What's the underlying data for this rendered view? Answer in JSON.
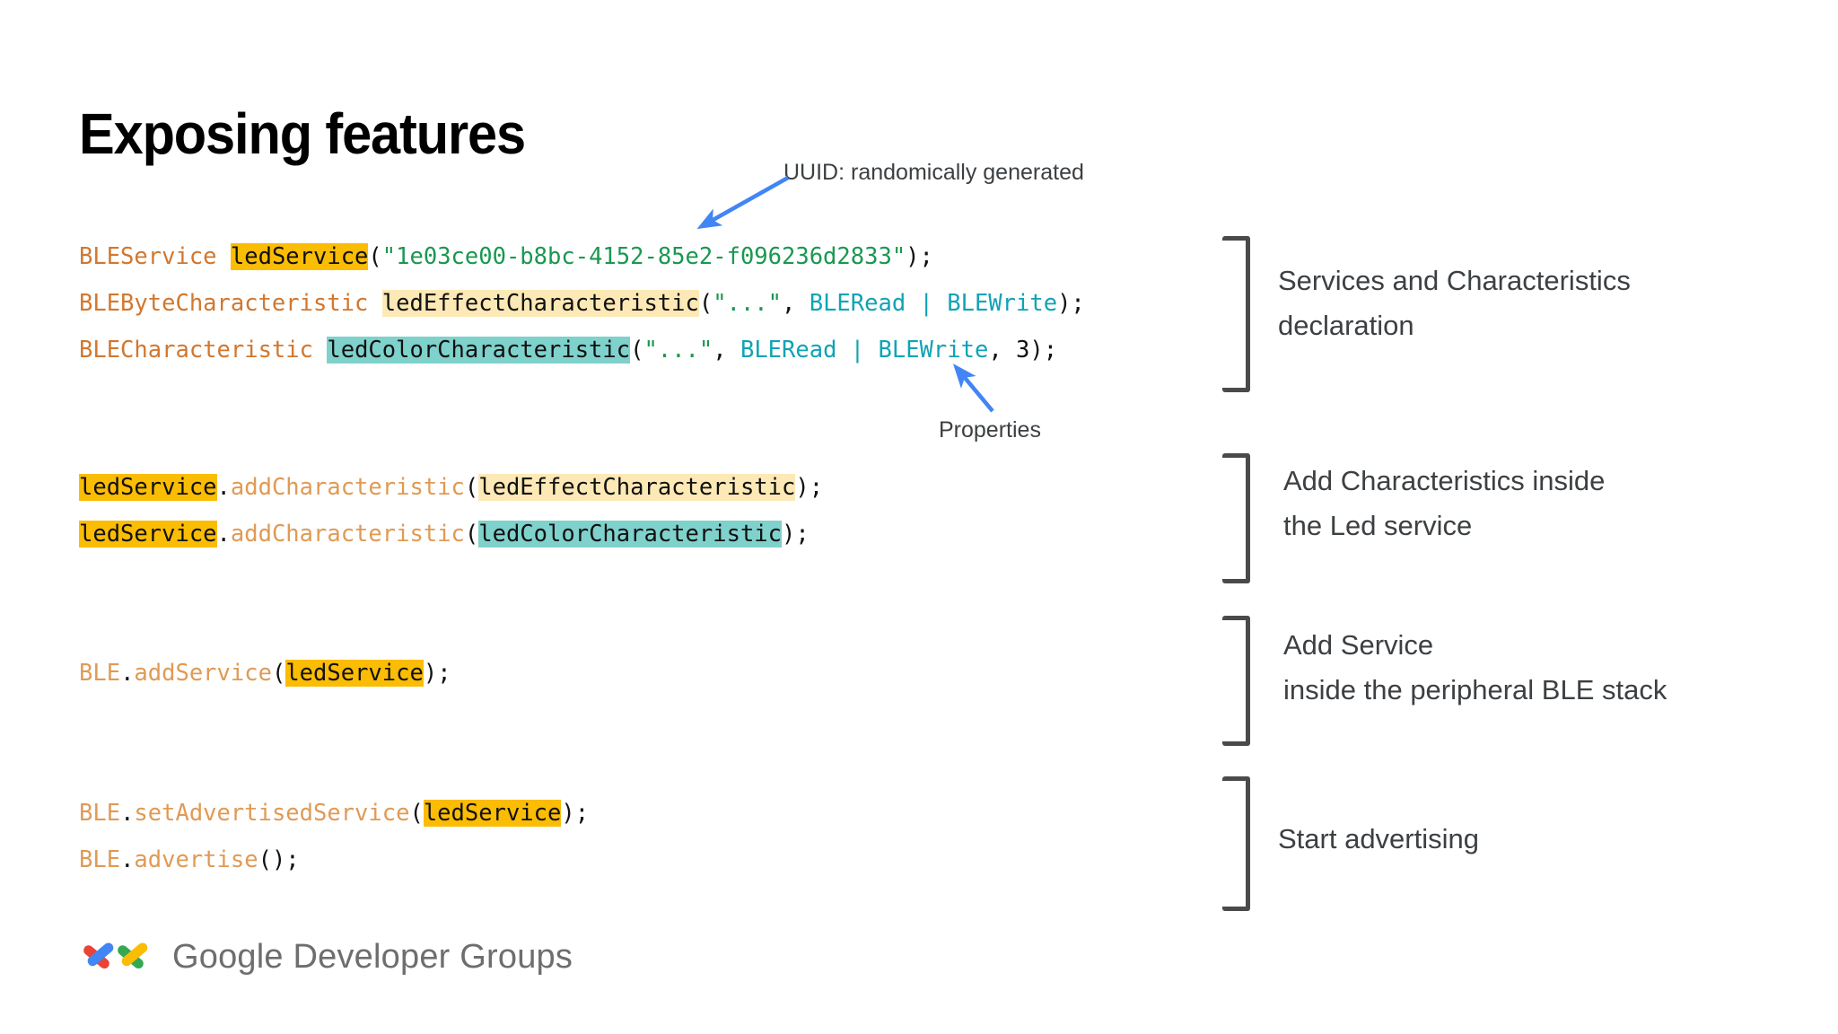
{
  "slide": {
    "title": "Exposing features",
    "background_color": "#ffffff"
  },
  "colors": {
    "highlight_amber": "#fbbc04",
    "highlight_cream": "#fde9b5",
    "highlight_teal": "#7fd1cc",
    "code_type": "#d2772e",
    "code_function": "#e09a54",
    "code_string": "#1a9850",
    "code_constant": "#10a3b5",
    "note_text": "#3c4043",
    "bracket": "#4a4a4a",
    "arrow_blue": "#4285f4",
    "logo_text": "#6e6e6e"
  },
  "code_blocks": [
    {
      "id": "declaration",
      "lines": [
        {
          "tokens": [
            {
              "text": "BLEService",
              "style": "type"
            },
            {
              "text": " ",
              "style": "plain"
            },
            {
              "text": "ledService",
              "style": "hl-amber"
            },
            {
              "text": "(",
              "style": "punct"
            },
            {
              "text": "\"1e03ce00-b8bc-4152-85e2-f096236d2833\"",
              "style": "str"
            },
            {
              "text": ");",
              "style": "punct"
            }
          ]
        },
        {
          "tokens": [
            {
              "text": "BLEByteCharacteristic",
              "style": "type"
            },
            {
              "text": " ",
              "style": "plain"
            },
            {
              "text": "ledEffectCharacteristic",
              "style": "hl-cream"
            },
            {
              "text": "(",
              "style": "punct"
            },
            {
              "text": "\"...\"",
              "style": "str"
            },
            {
              "text": ", ",
              "style": "punct"
            },
            {
              "text": "BLERead",
              "style": "const"
            },
            {
              "text": " | ",
              "style": "const"
            },
            {
              "text": "BLEWrite",
              "style": "const"
            },
            {
              "text": ");",
              "style": "punct"
            }
          ]
        },
        {
          "tokens": [
            {
              "text": "BLECharacteristic",
              "style": "type"
            },
            {
              "text": " ",
              "style": "plain"
            },
            {
              "text": "ledColorCharacteristic",
              "style": "hl-teal"
            },
            {
              "text": "(",
              "style": "punct"
            },
            {
              "text": "\"...\"",
              "style": "str"
            },
            {
              "text": ", ",
              "style": "punct"
            },
            {
              "text": "BLERead",
              "style": "const"
            },
            {
              "text": " | ",
              "style": "const"
            },
            {
              "text": "BLEWrite",
              "style": "const"
            },
            {
              "text": ", ",
              "style": "punct"
            },
            {
              "text": "3",
              "style": "num"
            },
            {
              "text": ");",
              "style": "punct"
            }
          ]
        }
      ]
    },
    {
      "id": "add-characteristics",
      "lines": [
        {
          "tokens": [
            {
              "text": "ledService",
              "style": "hl-amber"
            },
            {
              "text": ".",
              "style": "punct"
            },
            {
              "text": "addCharacteristic",
              "style": "fn"
            },
            {
              "text": "(",
              "style": "punct"
            },
            {
              "text": "ledEffectCharacteristic",
              "style": "hl-cream"
            },
            {
              "text": ");",
              "style": "punct"
            }
          ]
        },
        {
          "tokens": [
            {
              "text": "ledService",
              "style": "hl-amber"
            },
            {
              "text": ".",
              "style": "punct"
            },
            {
              "text": "addCharacteristic",
              "style": "fn"
            },
            {
              "text": "(",
              "style": "punct"
            },
            {
              "text": "ledColorCharacteristic",
              "style": "hl-teal"
            },
            {
              "text": ");",
              "style": "punct"
            }
          ]
        }
      ]
    },
    {
      "id": "add-service",
      "lines": [
        {
          "tokens": [
            {
              "text": "BLE",
              "style": "fn"
            },
            {
              "text": ".",
              "style": "punct"
            },
            {
              "text": "addService",
              "style": "fn"
            },
            {
              "text": "(",
              "style": "punct"
            },
            {
              "text": "ledService",
              "style": "hl-amber"
            },
            {
              "text": ");",
              "style": "punct"
            }
          ]
        }
      ]
    },
    {
      "id": "advertise",
      "lines": [
        {
          "tokens": [
            {
              "text": "BLE",
              "style": "fn"
            },
            {
              "text": ".",
              "style": "punct"
            },
            {
              "text": "setAdvertisedService",
              "style": "fn"
            },
            {
              "text": "(",
              "style": "punct"
            },
            {
              "text": "ledService",
              "style": "hl-amber"
            },
            {
              "text": ");",
              "style": "punct"
            }
          ]
        },
        {
          "tokens": [
            {
              "text": "BLE",
              "style": "fn"
            },
            {
              "text": ".",
              "style": "punct"
            },
            {
              "text": "advertise",
              "style": "fn"
            },
            {
              "text": "();",
              "style": "punct"
            }
          ]
        }
      ]
    }
  ],
  "annotations": [
    {
      "id": "note-declaration",
      "line1": "Services and Characteristics",
      "line2": "declaration"
    },
    {
      "id": "note-add-characteristics",
      "line1": "Add Characteristics inside",
      "line2": "the Led service"
    },
    {
      "id": "note-add-service",
      "line1": "Add Service",
      "line2": " inside the peripheral BLE stack"
    },
    {
      "id": "note-advertise",
      "line1": "Start advertising",
      "line2": ""
    }
  ],
  "callouts": [
    {
      "id": "callout-uuid",
      "text": "UUID: randomically generated"
    },
    {
      "id": "callout-properties",
      "text": "Properties"
    }
  ],
  "footer": {
    "logo_text": "Google Developer Groups"
  }
}
